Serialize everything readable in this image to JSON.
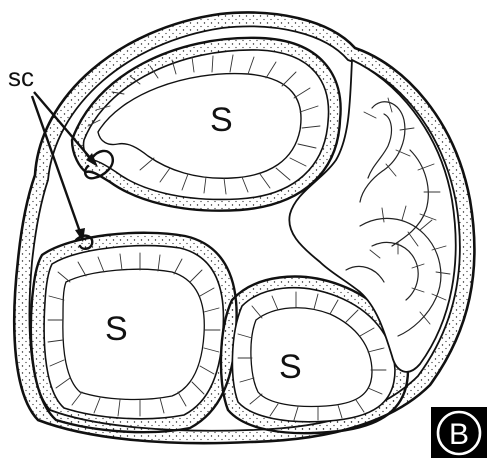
{
  "figure": {
    "panel_letter": "B",
    "labels": {
      "sc": "sc",
      "chamber_top": "S",
      "chamber_left": "S",
      "chamber_bottom": "S"
    }
  }
}
